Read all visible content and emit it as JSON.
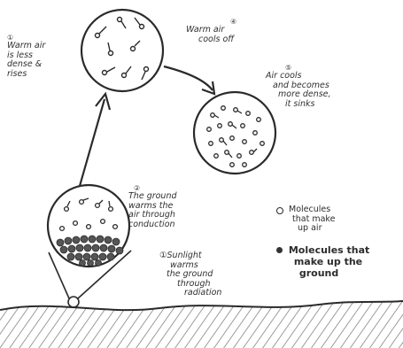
{
  "notes": {
    "warm_rises": {
      "num": "①",
      "text": [
        "Warm air",
        "is less",
        "dense &",
        "rises"
      ]
    },
    "cools_off": {
      "num": "④",
      "text": [
        "Warm air",
        "cools off"
      ]
    },
    "sinks": {
      "num": "⑤",
      "text": [
        "Air cools",
        "and becomes",
        "more dense,",
        "it sinks"
      ]
    },
    "conduction": {
      "num": "②",
      "text": [
        "The ground",
        "warms the",
        "air through",
        "conduction"
      ]
    },
    "radiation": {
      "num": "①",
      "text": [
        "Sunlight",
        "warms",
        "the ground",
        "through",
        "radiation"
      ]
    }
  },
  "legend": {
    "air_molecules": [
      "Molecules",
      "that make",
      "up air"
    ],
    "ground_molecules": [
      "Molecules that",
      "make up the",
      "ground"
    ]
  }
}
